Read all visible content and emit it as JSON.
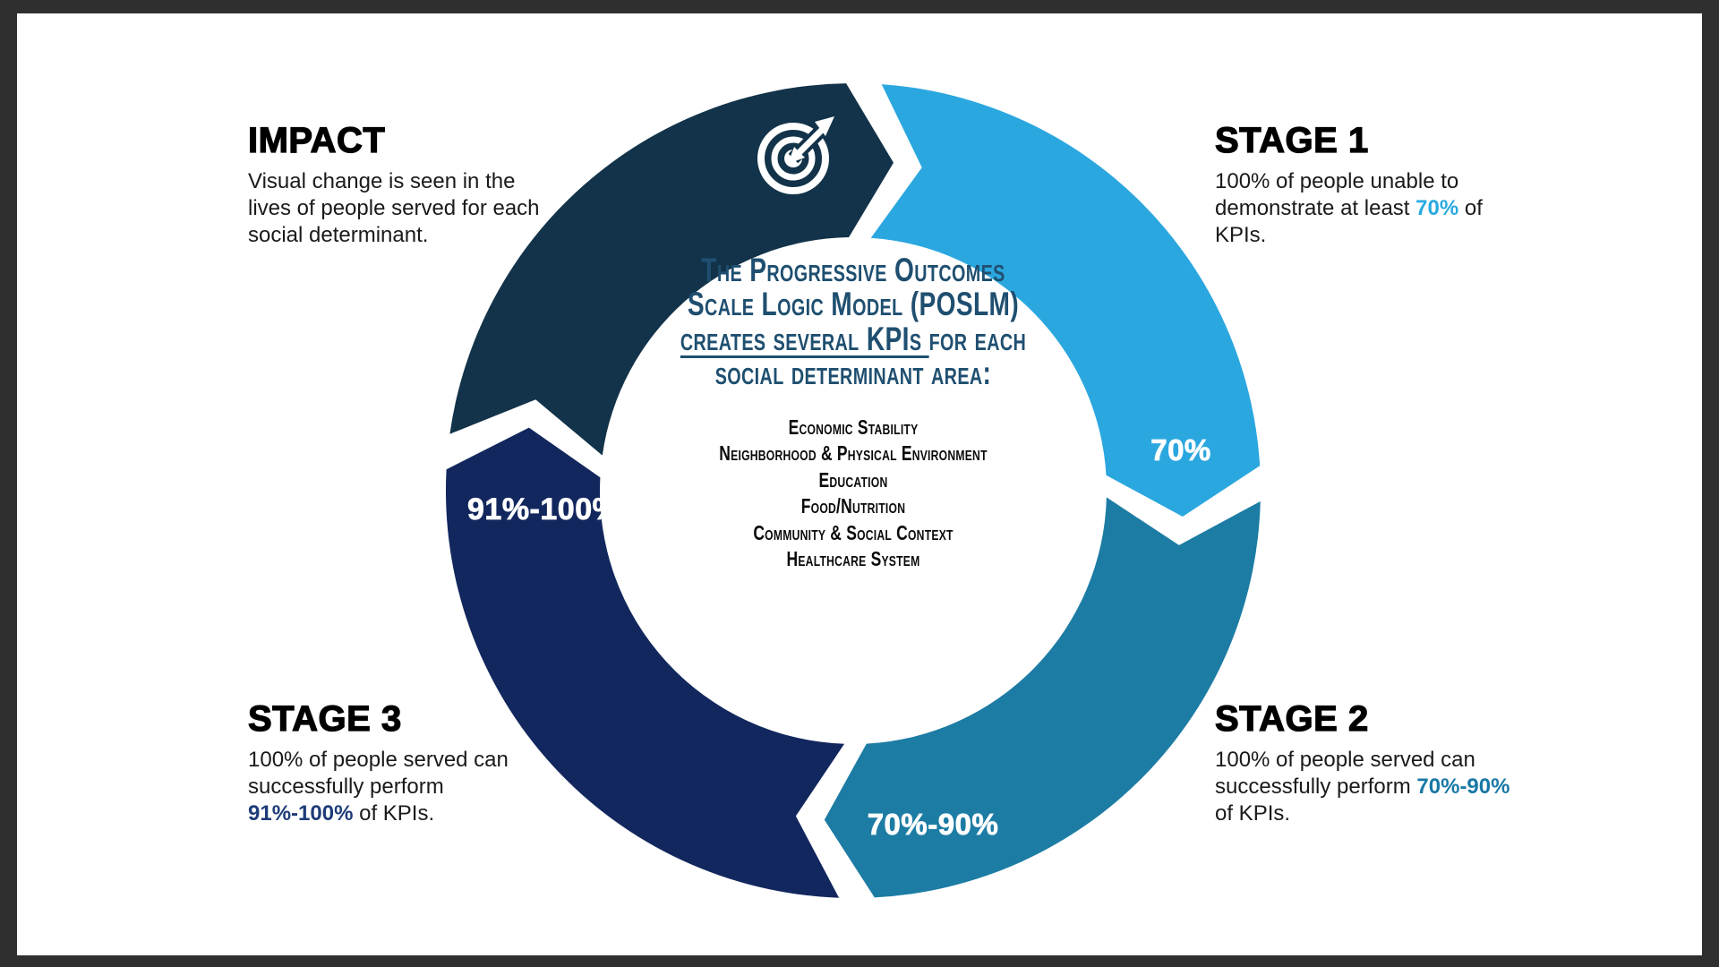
{
  "colors": {
    "frame": "#2F2F2F",
    "page_background": "#FFFFFF",
    "impact_segment": "#123349",
    "stage1_segment": "#2BA7DF",
    "stage2_segment": "#1C7CA4",
    "stage3_segment": "#12275E",
    "center_heading": "#1F4F70",
    "stage1_accent": "#29A9E0",
    "stage2_accent": "#1878A5",
    "stage3_accent": "#1E3C78",
    "body_text": "#1A1A1A",
    "title_text": "#000000",
    "ring_label_text": "#FFFFFF"
  },
  "icons": {
    "impact_segment_icon": "target-bullseye-with-arrow"
  },
  "ring": {
    "segments": [
      {
        "id": "impact",
        "color": "#123349",
        "label": ""
      },
      {
        "id": "stage1",
        "color": "#2BA7DF",
        "label": "70%"
      },
      {
        "id": "stage2",
        "color": "#1C7CA4",
        "label": "70%-90%"
      },
      {
        "id": "stage3",
        "color": "#12275E",
        "label": "91%-100%"
      }
    ]
  },
  "center": {
    "heading_pre": "The Progressive Outcomes Scale Logic Model (POSLM) ",
    "heading_underlined": "creates several KPIs ",
    "heading_post": "for each social determinant area:",
    "list": [
      "Economic Stability",
      "Neighborhood & Physical Environment",
      "Education",
      "Food/Nutrition",
      "Community & Social Context",
      "Healthcare System"
    ]
  },
  "callouts": {
    "impact": {
      "title": "IMPACT",
      "body_parts": [
        {
          "text": "Visual change is seen in the lives of people served for each social determinant."
        }
      ]
    },
    "stage1": {
      "title": "STAGE 1",
      "body_parts": [
        {
          "text": "100% of people unable to demonstrate at least "
        },
        {
          "text": "70%",
          "accent": "#29A9E0",
          "bold": true
        },
        {
          "text": " of KPIs."
        }
      ]
    },
    "stage2": {
      "title": "STAGE 2",
      "body_parts": [
        {
          "text": "100% of people served can successfully perform "
        },
        {
          "text": "70%-90%",
          "accent": "#1878A5",
          "bold": true
        },
        {
          "text": " of KPIs."
        }
      ]
    },
    "stage3": {
      "title": "STAGE 3",
      "body_parts": [
        {
          "text": "100% of people served can successfully perform "
        },
        {
          "text": "91%-100%",
          "accent": "#1E3C78",
          "bold": true
        },
        {
          "text": " of KPIs."
        }
      ]
    }
  }
}
